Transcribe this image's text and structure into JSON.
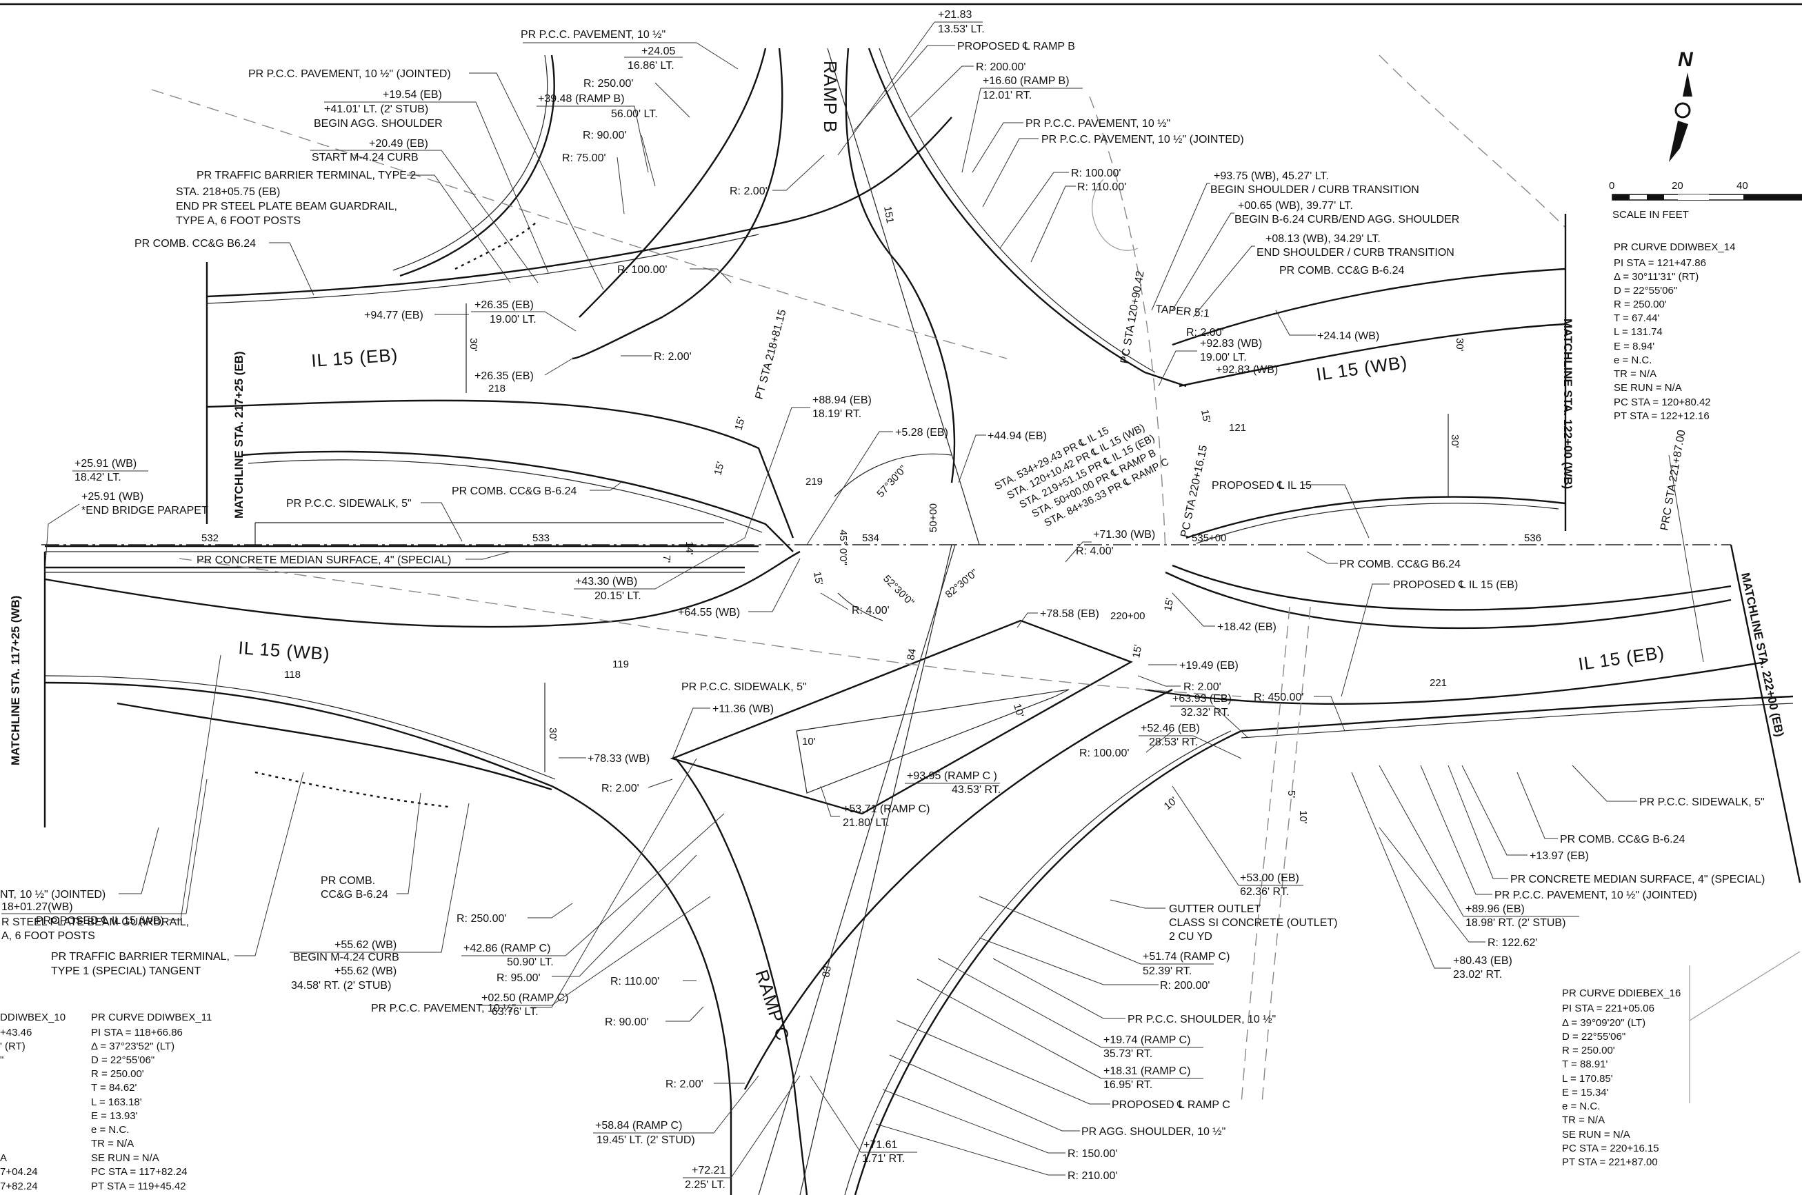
{
  "sheet": {
    "matchlines": {
      "eb_left": "MATCHLINE STA. 217+25 (EB)",
      "wb_left": "MATCHLINE STA. 117+25 (WB)",
      "wb_right": "MATCHLINE STA. 122+00 (WB)",
      "eb_right": "MATCHLINE STA. 222+00 (EB)"
    },
    "roads": {
      "il15_eb_left": "IL 15 (EB)",
      "il15_wb_left": "IL 15 (WB)",
      "il15_wb_right": "IL 15 (WB)",
      "il15_eb_right": "IL 15 (EB)",
      "ramp_b": "RAMP B",
      "ramp_c": "RAMP C"
    },
    "stations": [
      "532",
      "533",
      "534",
      "535+00",
      "536",
      "218",
      "219",
      "220+00",
      "221",
      "118",
      "119",
      "121",
      "84",
      "83",
      "151"
    ],
    "station_callout": {
      "lines": [
        "STA. 534+29.43 PR ℄ IL 15",
        "STA. 120+10.42 PR ℄ IL 15 (WB)",
        "STA. 219+51.15 PR ℄ IL 15 (EB)",
        "STA. 50+00.00 PR ℄ RAMP B",
        "STA. 84+36.33 PR ℄ RAMP C"
      ]
    },
    "angles": [
      "57°30'0\"",
      "45° 0'0\"",
      "52°30'0\"",
      "82°30'0\"",
      "50+00"
    ],
    "top_labels": [
      {
        "lines": [
          "PR P.C.C. PAVEMENT, 10 ½\""
        ]
      },
      {
        "lines": [
          "+24.05",
          "16.86' LT."
        ]
      },
      {
        "lines": [
          "R: 250.00'"
        ]
      },
      {
        "lines": [
          "+39.48 (RAMP B)",
          "56.00' LT."
        ]
      },
      {
        "lines": [
          "R: 90.00'"
        ]
      },
      {
        "lines": [
          "R: 75.00'"
        ]
      },
      {
        "lines": [
          "PR P.C.C. PAVEMENT, 10 ½\" (JOINTED)"
        ]
      },
      {
        "lines": [
          "+19.54 (EB)",
          "+41.01' LT. (2' STUB)",
          "BEGIN AGG. SHOULDER"
        ]
      },
      {
        "lines": [
          "+20.49 (EB)",
          "START M-4.24 CURB"
        ]
      },
      {
        "lines": [
          "PR TRAFFIC BARRIER TERMINAL, TYPE 2"
        ]
      },
      {
        "lines": [
          "STA. 218+05.75 (EB)",
          "END PR STEEL PLATE BEAM GUARDRAIL,",
          "TYPE A, 6 FOOT POSTS"
        ]
      },
      {
        "lines": [
          "PR COMB. CC&G B6.24"
        ]
      },
      {
        "lines": [
          "+21.83",
          "13.53' LT."
        ]
      },
      {
        "lines": [
          "PROPOSED ℄ RAMP B"
        ]
      },
      {
        "lines": [
          "R: 200.00'"
        ]
      },
      {
        "lines": [
          "+16.60 (RAMP B)",
          "12.01' RT."
        ]
      },
      {
        "lines": [
          "PR P.C.C. PAVEMENT, 10 ½\""
        ]
      },
      {
        "lines": [
          "PR P.C.C. PAVEMENT, 10 ½\" (JOINTED)"
        ]
      },
      {
        "lines": [
          "R: 100.00'"
        ]
      },
      {
        "lines": [
          "R: 110.00'"
        ]
      },
      {
        "lines": [
          "+93.75 (WB), 45.27' LT.",
          "BEGIN SHOULDER / CURB TRANSITION"
        ]
      },
      {
        "lines": [
          "+00.65 (WB), 39.77' LT.",
          "BEGIN B-6.24 CURB/END AGG. SHOULDER"
        ]
      },
      {
        "lines": [
          "+08.13 (WB), 34.29' LT.",
          "END SHOULDER / CURB TRANSITION"
        ]
      },
      {
        "lines": [
          "PR COMB. CC&G B-6.24"
        ]
      },
      {
        "lines": [
          "R: 2.00'"
        ]
      },
      {
        "lines": [
          "R: 100.00'"
        ]
      },
      {
        "lines": [
          "R: 2.00'"
        ]
      }
    ],
    "mid_labels": {
      "a": "+94.77 (EB)",
      "b": [
        "+26.35 (EB)",
        "19.00' LT."
      ],
      "c": "+26.35 (EB)",
      "d": [
        "+88.94 (EB)",
        "18.19' RT."
      ],
      "e": "+5.28 (EB)",
      "f": "+44.94 (EB)",
      "g": "PT STA 218+81.15",
      "h": "PC STA 120+90.42",
      "i": "TAPER 5:1",
      "j": "R: 2.00'",
      "k": [
        "+92.83 (WB)",
        "19.00' LT."
      ],
      "l": "+92.83 (WB)",
      "m": "+24.14 (WB)",
      "n": "PROPOSED ℄ IL 15",
      "o": "PC STA 220+16.15",
      "p": [
        "+71.30 (WB)",
        "R: 4.00'"
      ],
      "q": "PR COMB. CC&G B6.24",
      "r": "PROPOSED ℄ IL 15 (EB)",
      "s": "PRC STA 221+87.00",
      "t": [
        "+25.91 (WB)",
        "18.42' LT."
      ],
      "u": [
        "+25.91 (WB)",
        "*END BRIDGE PARAPET"
      ],
      "v": "PR P.C.C. SIDEWALK, 5\"",
      "w": "PR COMB. CC&G B-6.24",
      "x": "PR CONCRETE MEDIAN SURFACE, 4\" (SPECIAL)",
      "y": [
        "+43.30 (WB)",
        "20.15' LT."
      ],
      "z": "+64.55 (WB)",
      "aa": "R: 4.00'",
      "ab": "+78.58 (EB)",
      "ac": "+18.42 (EB)",
      "ad": "+19.49 (EB)",
      "ae": "R: 2.00'",
      "af": "R: 450.00'",
      "ag": [
        "+63.93 (EB)",
        "32.32' RT."
      ],
      "ah": [
        "+52.46 (EB)",
        "28.53' RT."
      ],
      "ai": "R: 100.00'",
      "aj": "PR P.C.C. SIDEWALK, 5\"",
      "ak": "+11.36 (WB)",
      "al": "+78.33 (WB)",
      "am": "R: 2.00'",
      "an": [
        "+93.95 (RAMP C )",
        "43.53' RT."
      ],
      "ao": [
        "+53.71 (RAMP C)",
        "21.80' LT."
      ]
    },
    "bottom_labels": [
      {
        "lines": [
          "NT, 10 ½\" (JOINTED)"
        ]
      },
      {
        "lines": [
          "PROPOSED ℄ IL 15 (WB)"
        ]
      },
      {
        "lines": [
          "18+01.27(WB)",
          "R STEEL PLATE BEAM GUARDRAIL,",
          "A, 6 FOOT POSTS"
        ]
      },
      {
        "lines": [
          "PR TRAFFIC BARRIER TERMINAL,",
          "TYPE 1 (SPECIAL) TANGENT"
        ]
      },
      {
        "lines": [
          "PR COMB.",
          "CC&G B-6.24"
        ]
      },
      {
        "lines": [
          "+55.62 (WB)",
          "BEGIN M-4.24 CURB",
          "+55.62 (WB)",
          "34.58' RT. (2' STUB)"
        ]
      },
      {
        "lines": [
          "PR P.C.C. PAVEMENT, 10 ½\""
        ]
      },
      {
        "lines": [
          "R: 250.00'"
        ]
      },
      {
        "lines": [
          "+42.86 (RAMP C)",
          "50.90' LT."
        ]
      },
      {
        "lines": [
          "R: 95.00'"
        ]
      },
      {
        "lines": [
          "+02.50 (RAMP C)",
          "63.76' LT."
        ]
      },
      {
        "lines": [
          "R: 110.00'"
        ]
      },
      {
        "lines": [
          "R: 90.00'"
        ]
      },
      {
        "lines": [
          "R: 2.00'"
        ]
      },
      {
        "lines": [
          "+58.84 (RAMP C)",
          "19.45' LT. (2' STUD)"
        ]
      },
      {
        "lines": [
          "+72.21",
          "2.25' LT."
        ]
      },
      {
        "lines": [
          "+71.61",
          "1.71' RT."
        ]
      },
      {
        "lines": [
          "GUTTER OUTLET",
          "CLASS SI CONCRETE (OUTLET)",
          "2 CU YD"
        ]
      },
      {
        "lines": [
          "+53.00 (EB)",
          "62.36' RT."
        ]
      },
      {
        "lines": [
          "+51.74 (RAMP C)",
          "52.39' RT."
        ]
      },
      {
        "lines": [
          "R: 200.00'"
        ]
      },
      {
        "lines": [
          "PR P.C.C. SHOULDER, 10 ½\""
        ]
      },
      {
        "lines": [
          "+19.74 (RAMP C)",
          "35.73' RT."
        ]
      },
      {
        "lines": [
          "+18.31 (RAMP C)",
          "16.95' RT."
        ]
      },
      {
        "lines": [
          "PROPOSED ℄ RAMP C"
        ]
      },
      {
        "lines": [
          "PR AGG. SHOULDER, 10 ½\""
        ]
      },
      {
        "lines": [
          "R: 150.00'"
        ]
      },
      {
        "lines": [
          "R: 210.00'"
        ]
      },
      {
        "lines": [
          "PR P.C.C. SIDEWALK, 5\""
        ]
      },
      {
        "lines": [
          "PR COMB. CC&G B-6.24"
        ]
      },
      {
        "lines": [
          "+13.97 (EB)"
        ]
      },
      {
        "lines": [
          "PR CONCRETE MEDIAN SURFACE, 4\" (SPECIAL)"
        ]
      },
      {
        "lines": [
          "PR P.C.C. PAVEMENT, 10 ½\" (JOINTED)"
        ]
      },
      {
        "lines": [
          "+89.96 (EB)",
          "18.98' RT. (2' STUB)"
        ]
      },
      {
        "lines": [
          "R: 122.62'"
        ]
      },
      {
        "lines": [
          "+80.43 (EB)",
          "23.02' RT."
        ]
      }
    ],
    "dims": [
      "30'",
      "30'",
      "30'",
      "30'",
      "15'",
      "15'",
      "15'",
      "15'",
      "15'",
      "15'",
      "14'",
      "7'",
      "10'",
      "10'",
      "10'",
      "5'",
      "10'"
    ],
    "curve_tables": [
      {
        "title": "PR CURVE DDIWBEX_14",
        "rows": [
          "PI STA = 121+47.86",
          "Δ = 30°11'31\" (RT)",
          "D = 22°55'06\"",
          "R = 250.00'",
          "T = 67.44'",
          "L = 131.74",
          "E = 8.94'",
          "e = N.C.",
          "TR = N/A",
          "SE RUN = N/A",
          "PC STA = 120+80.42",
          "PT STA = 122+12.16"
        ]
      },
      {
        "title": "PR CURVE DDIWBEX_11",
        "rows": [
          "PI STA = 118+66.86",
          "Δ = 37°23'52\" (LT)",
          "D = 22°55'06\"",
          "R = 250.00'",
          "T = 84.62'",
          "L = 163.18'",
          "E = 13.93'",
          "e = N.C.",
          "TR = N/A",
          "SE RUN = N/A",
          "PC STA = 117+82.24",
          "PT STA = 119+45.42"
        ]
      },
      {
        "title": "DDIWBEX_10",
        "rows": [
          "+43.46",
          "' (RT)",
          "\"",
          "",
          "",
          "",
          "",
          "",
          "",
          "A",
          "7+04.24",
          "7+82.24"
        ]
      },
      {
        "title": "PR CURVE DDIEBEX_16",
        "rows": [
          "PI STA = 221+05.06",
          "Δ = 39°09'20\" (LT)",
          "D = 22°55'06\"",
          "R = 250.00'",
          "T = 88.91'",
          "L = 170.85'",
          "E = 15.34'",
          "e = N.C.",
          "TR = N/A",
          "SE RUN = N/A",
          "PC STA = 220+16.15",
          "PT STA = 221+87.00"
        ]
      }
    ],
    "north_arrow": {
      "letter": "N",
      "icon": "north-arrow-icon"
    },
    "scale": {
      "ticks": [
        "0",
        "20",
        "40"
      ],
      "label": "SCALE IN FEET"
    }
  }
}
